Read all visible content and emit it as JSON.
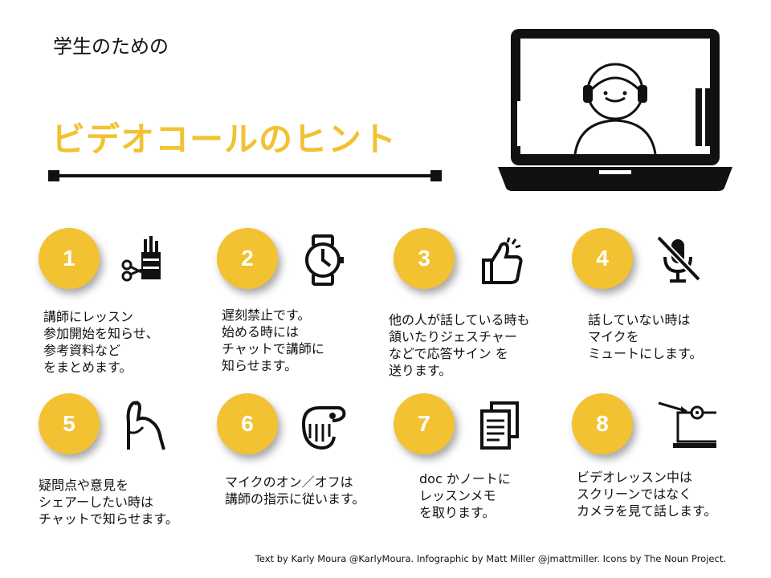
{
  "header": {
    "subtitle": "学生のための",
    "title": "ビデオコールのヒント"
  },
  "tips": [
    {
      "number": "1",
      "text": "講師にレッスン\n参加開始を知らせ、\n参考資料など\nをまとめます。",
      "icon": "stationery-icon"
    },
    {
      "number": "2",
      "text": "遅刻禁止です。\n始める時には\nチャットで講師に\n知らせます。",
      "icon": "watch-icon"
    },
    {
      "number": "3",
      "text": "他の人が話している時も\n頷いたりジェスチャー\nなどで応答サイン を\n送ります。",
      "icon": "thumbs-up-icon"
    },
    {
      "number": "4",
      "text": "話していない時は\nマイクを\nミュートにします。",
      "icon": "muted-microphone-icon"
    },
    {
      "number": "5",
      "text": "疑問点や意見を\nシェアーしたい時は\nチャットで知らせます。",
      "icon": "raised-hand-icon"
    },
    {
      "number": "6",
      "text": "マイクのオン／オフは\n講師の指示に従います。",
      "icon": "pointing-hand-icon"
    },
    {
      "number": "7",
      "text": "doc かノートに\nレッスンメモ\nを取ります。",
      "icon": "documents-icon"
    },
    {
      "number": "8",
      "text": "ビデオレッスン中は\nスクリーンではなく\nカメラを見て話します。",
      "icon": "laptop-camera-icon"
    }
  ],
  "credit": "Text by Karly Moura @KarlyMoura. Infographic by Matt Miller @jmattmiller. Icons by The Noun Project.",
  "colors": {
    "accent": "#f2c232",
    "ink": "#111111"
  }
}
